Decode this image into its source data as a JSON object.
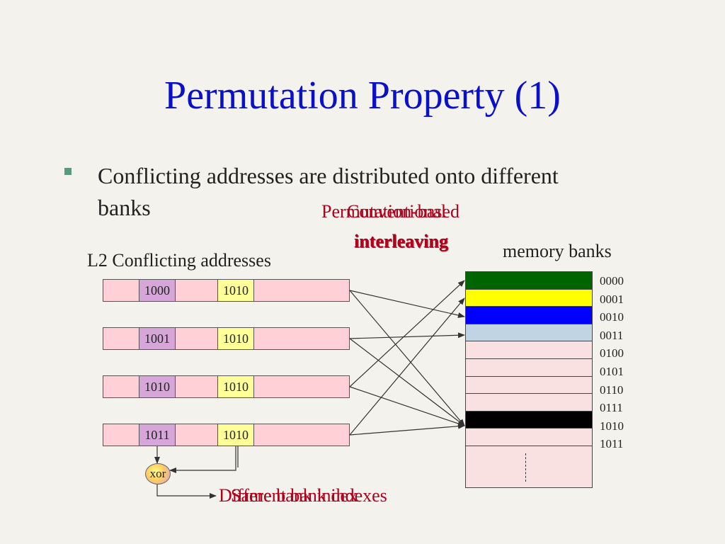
{
  "slide": {
    "title": "Permutation Property (1)",
    "bullet": "Conflicting addresses are distributed onto different banks"
  },
  "labels": {
    "l2": "L2 Conflicting addresses",
    "banks": "memory banks",
    "perm_line1": "Permutation-based",
    "perm_line2": "interleaving",
    "conv_line1": "Conventional",
    "conv_line2": "interleaving",
    "same_index": "Same bank index",
    "diff_index": "Different bank indexes",
    "xor": "xor"
  },
  "addresses": [
    {
      "a": "1000",
      "b": "1010"
    },
    {
      "a": "1001",
      "b": "1010"
    },
    {
      "a": "1010",
      "b": "1010"
    },
    {
      "a": "1011",
      "b": "1010"
    }
  ],
  "banks": [
    {
      "label": "0000",
      "color": "#006400"
    },
    {
      "label": "0001",
      "color": "#ffff00"
    },
    {
      "label": "0010",
      "color": "#0000ff"
    },
    {
      "label": "0011",
      "color": "#c0d4e4"
    },
    {
      "label": "0100",
      "color": "#f9e1e1"
    },
    {
      "label": "0101",
      "color": "#f9e1e1"
    },
    {
      "label": "0110",
      "color": "#f9e1e1"
    },
    {
      "label": "0111",
      "color": "#f9e1e1"
    },
    {
      "label": "1010",
      "color": "#000000"
    },
    {
      "label": "1011",
      "color": "#f9e1e1"
    }
  ],
  "colors": {
    "title": "#0a10c8",
    "annotation": "#b0001c"
  }
}
